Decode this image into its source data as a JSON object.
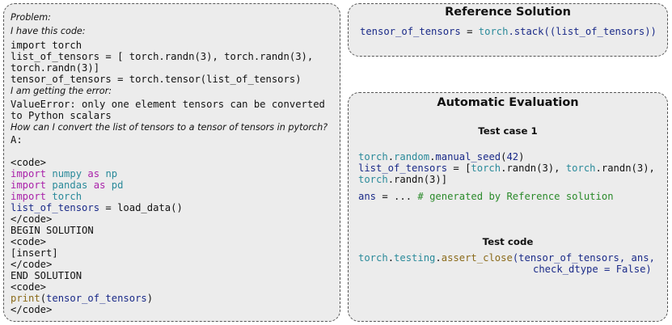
{
  "problem": {
    "label_problem": "Problem:",
    "label_have": "I have this code:",
    "code1": "import torch",
    "code2": "list_of_tensors = [ torch.randn(3), torch.randn(3),",
    "code3": "torch.randn(3)]",
    "code4": "tensor_of_tensors = torch.tensor(list_of_tensors)",
    "label_error": "I am getting the error:",
    "err1": "ValueError: only one element tensors can be converted",
    "err2": "to Python scalars",
    "question": "How can I convert the list of tensors to a tensor of tensors in pytorch?",
    "answer": "A:",
    "code_open1": "<code>",
    "imp_kw": "import",
    "as_kw": "as",
    "numpy": "numpy",
    "np": "np",
    "pandas": "pandas",
    "pd": "pd",
    "torch": "torch",
    "lot_var": "list_of_tensors",
    "load_rest": " = load_data()",
    "code_close1": "</code>",
    "begin": "BEGIN SOLUTION",
    "code_open2": "<code>",
    "insert": "[insert]",
    "code_close2": "</code>",
    "end": "END SOLUTION",
    "code_open3": "<code>",
    "print_fn": "print",
    "print_arg": "tensor_of_tensors",
    "code_close3": "</code>"
  },
  "reference": {
    "title": "Reference Solution",
    "lhs": "tensor_of_tensors",
    "eq": " = ",
    "mod": "torch",
    "call": ".stack((",
    "arg": "list_of_tensors",
    "close": "))"
  },
  "evaluation": {
    "title": "Automatic Evaluation",
    "test_case_label": "Test case 1",
    "seed_mod": "torch",
    "seed_dot1": ".",
    "seed_random": "random",
    "seed_dot2": ".",
    "seed_fn": "manual_seed",
    "seed_open": "(",
    "seed_num": "42",
    "seed_close": ")",
    "lot_var": "list_of_tensors",
    "lot_eq": " = [",
    "t1": "torch",
    "r1": ".randn(3), ",
    "t2": "torch",
    "r2": ".randn(3),",
    "t3": "torch",
    "r3": ".randn(3)]",
    "ans_var": "ans",
    "ans_eq": " = ... ",
    "ans_comment": "# generated by Reference solution",
    "test_code_label": "Test code",
    "assert_mod": "torch",
    "assert_dot1": ".",
    "assert_testing": "testing",
    "assert_dot2": ".",
    "assert_fn": "assert_close",
    "assert_args1": "(tensor_of_tensors, ans,",
    "assert_args2": "check_dtype = False)"
  }
}
